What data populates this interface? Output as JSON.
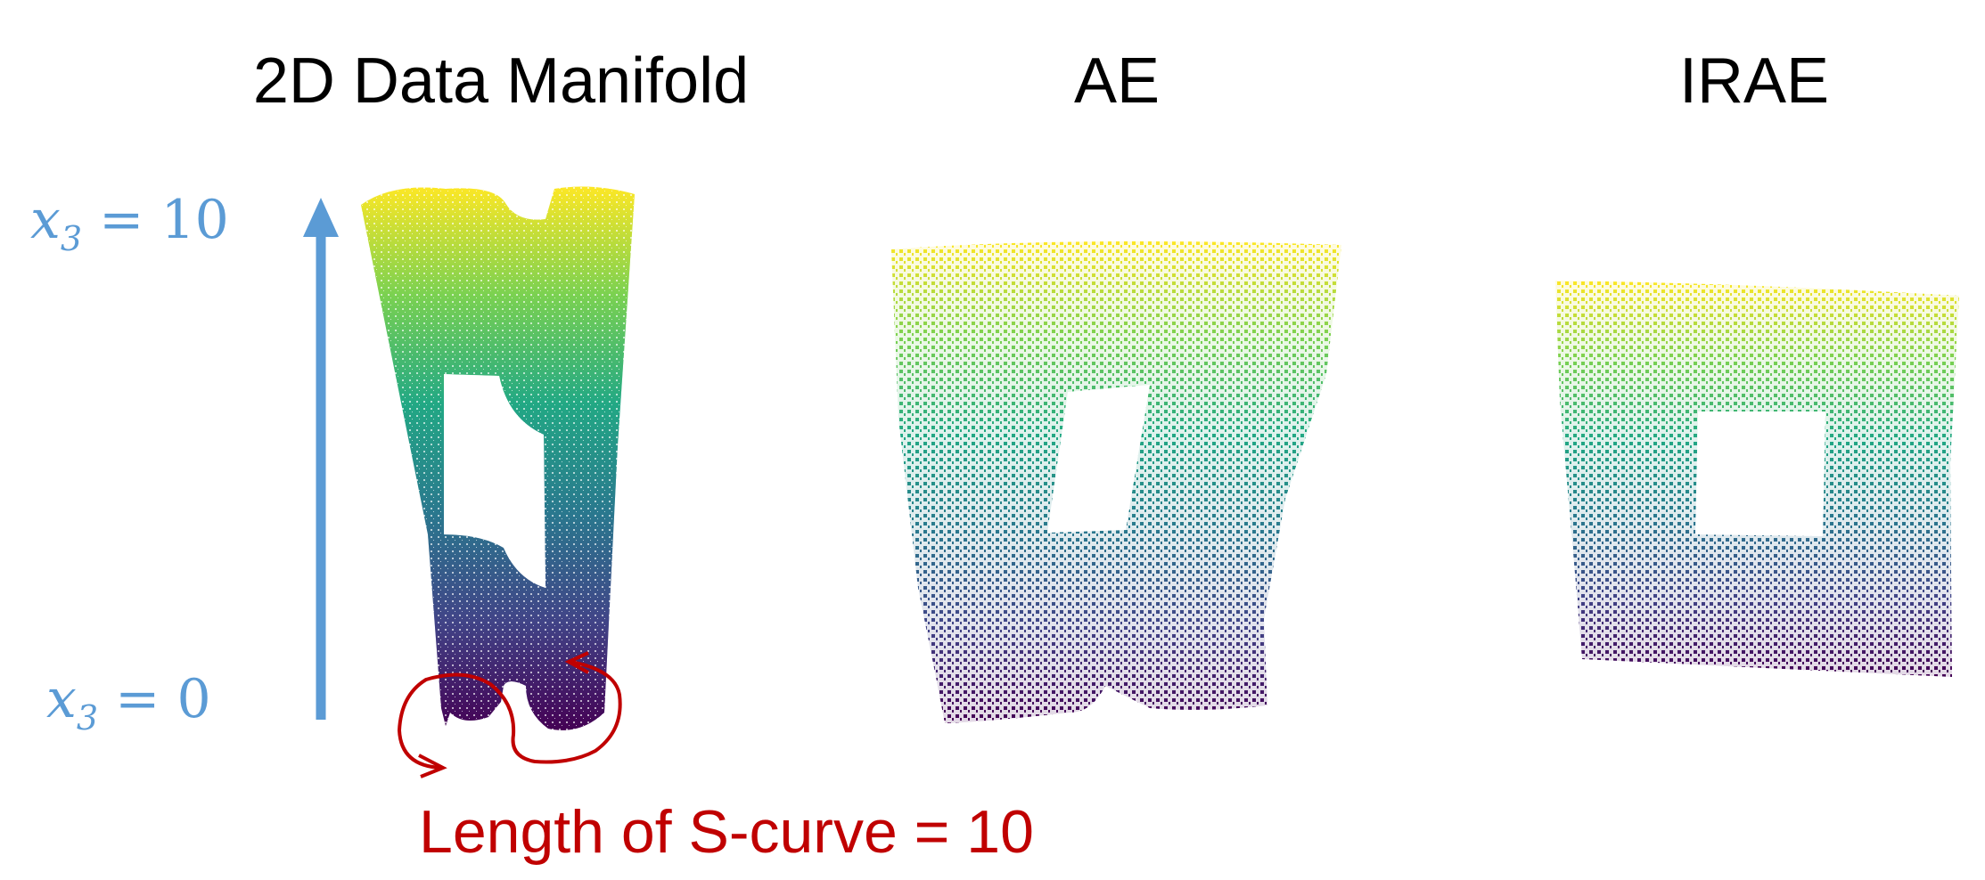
{
  "panels": {
    "data_manifold": {
      "title": "2D Data Manifold"
    },
    "ae": {
      "title": "AE"
    },
    "irae": {
      "title": "IRAE"
    }
  },
  "axis": {
    "top_label": {
      "var": "x",
      "sub": "3",
      "rest": " = 10"
    },
    "bottom_label": {
      "var": "x",
      "sub": "3",
      "rest": " = 0"
    }
  },
  "annotation": {
    "caption": "Length of S-curve = 10"
  },
  "colors": {
    "axis_arrow": "#5b9bd5",
    "annotation": "#c00000",
    "colormap": "viridis"
  }
}
